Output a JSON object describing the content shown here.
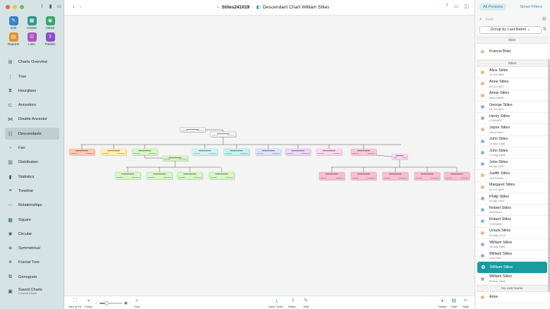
{
  "sidebar": {
    "buttons": [
      {
        "label": "Edit",
        "icon": "pencil-icon",
        "color": "#3b82c4"
      },
      {
        "label": "Charts",
        "icon": "charts-icon",
        "color": "#2f9a8f"
      },
      {
        "label": "Views",
        "icon": "eye-icon",
        "color": "#3aa66b"
      },
      {
        "label": "Reports",
        "icon": "reports-icon",
        "color": "#e0922b"
      },
      {
        "label": "Lists",
        "icon": "lists-icon",
        "color": "#b04fc1"
      },
      {
        "label": "Publish",
        "icon": "publish-icon",
        "color": "#8e4fc7"
      }
    ],
    "nav": [
      {
        "label": "Charts Overview",
        "sub": ""
      },
      {
        "label": "Tree",
        "sub": ""
      },
      {
        "label": "Hourglass",
        "sub": ""
      },
      {
        "label": "Ancestors",
        "sub": ""
      },
      {
        "label": "Double Ancestor",
        "sub": ""
      },
      {
        "label": "Descendants",
        "sub": ""
      },
      {
        "label": "Fan",
        "sub": ""
      },
      {
        "label": "Distribution",
        "sub": ""
      },
      {
        "label": "Statistics",
        "sub": ""
      },
      {
        "label": "Timeline",
        "sub": ""
      },
      {
        "label": "Relationships",
        "sub": ""
      },
      {
        "label": "Square",
        "sub": ""
      },
      {
        "label": "Circular",
        "sub": ""
      },
      {
        "label": "Symmetrical",
        "sub": ""
      },
      {
        "label": "Fractal Tree",
        "sub": ""
      },
      {
        "label": "Genogram",
        "sub": ""
      },
      {
        "label": "Saved Charts",
        "sub": "0 Saved Charts"
      }
    ],
    "selected_nav": "Descendants"
  },
  "toolbar": {
    "document_title": "Stiles241019",
    "chart_title": "Descendant Chart William Stiles"
  },
  "bottom": {
    "size_to_fit": "Size to Fit",
    "focus": "Focus",
    "find": "Find",
    "save_chart": "Save Chart...",
    "share": "Share...",
    "edit": "Edit",
    "theme": "Theme",
    "chart": "Chart",
    "style": "Style",
    "zoom_level": 0.3
  },
  "right_panel": {
    "tab_all": "All Persons",
    "tab_smart": "Smart Filters",
    "find_placeholder": "Find",
    "group_by": "Group by Last Name",
    "sections": [
      {
        "title": "Brier",
        "persons": [
          {
            "name": "Francis Brier",
            "date": "",
            "gender": "f"
          }
        ]
      },
      {
        "title": "Stiles",
        "persons": [
          {
            "name": "Alice Stiles",
            "date": "10 Jul 1666",
            "gender": "f"
          },
          {
            "name": "Anne Stiles",
            "date": "03 Jul 1647",
            "gender": "f"
          },
          {
            "name": "Annis Stiles",
            "date": "28/12/1603",
            "gender": "f"
          },
          {
            "name": "George Stiles",
            "date": "01 Jul 1621",
            "gender": "m"
          },
          {
            "name": "Henry Stiles",
            "date": "27/8/1602",
            "gender": "m"
          },
          {
            "name": "Jayne Stiles",
            "date": "19/11/1600",
            "gender": "f"
          },
          {
            "name": "John Stiles",
            "date": "11 Dec 1666",
            "gender": "m"
          },
          {
            "name": "John Stiles",
            "date": "17 Aug 1618",
            "gender": "m"
          },
          {
            "name": "John Stiles",
            "date": "04 Apr 1641",
            "gender": "m"
          },
          {
            "name": "Judith Stiles",
            "date": "29/10/1643",
            "gender": "f"
          },
          {
            "name": "Margaret Stiles",
            "date": "05 Jul 1609",
            "gender": "f"
          },
          {
            "name": "Philip Stiles",
            "date": "10 Apr 1601",
            "gender": "m"
          },
          {
            "name": "Robert Stiles",
            "date": "28/3/1613",
            "gender": "m"
          },
          {
            "name": "Robert Stiles",
            "date": "17/6/1653",
            "gender": "m"
          },
          {
            "name": "Ursula Stiles",
            "date": "02 Mar 1611",
            "gender": "f"
          },
          {
            "name": "William Stiles",
            "date": "08 Aug 1605",
            "gender": "m"
          },
          {
            "name": "William Stiles",
            "date": "c/11/1647",
            "gender": "m"
          },
          {
            "name": "William Stiles",
            "date": "",
            "gender": "m",
            "selected": true
          },
          {
            "name": "William Stiles",
            "date": "09 Nov 1646",
            "gender": "m"
          }
        ]
      },
      {
        "title": "No Last Name",
        "persons": [
          {
            "name": "Arice",
            "date": "",
            "gender": "f"
          }
        ]
      }
    ]
  },
  "colors": {
    "female": "#f3b38d",
    "male": "#8fb0e6",
    "accent": "#1a9aa2"
  }
}
